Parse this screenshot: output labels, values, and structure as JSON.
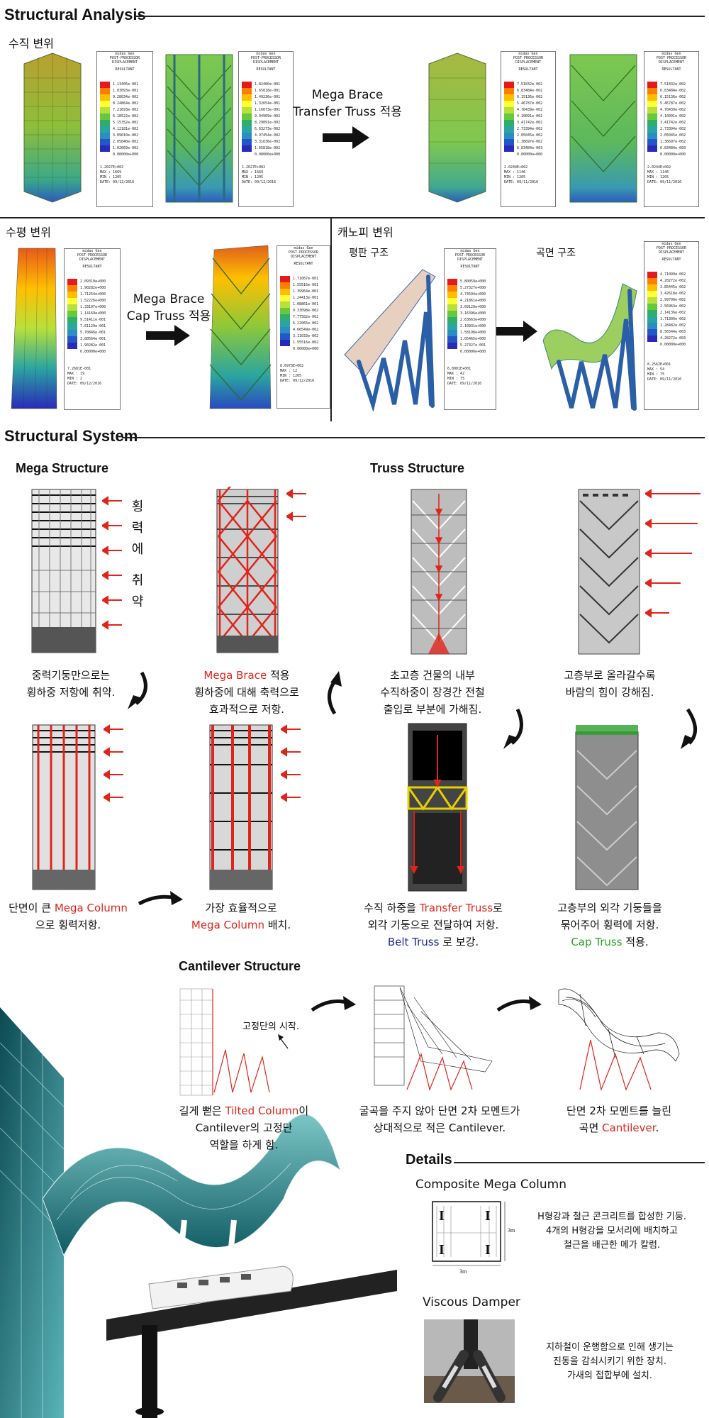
{
  "section_analysis": {
    "title": "Structural Analysis",
    "vertical_label": "수직 변위",
    "horizontal_label": "수평 변위",
    "canopy_label": "캐노피 변위",
    "flat_label": "평판 구조",
    "curved_label": "곡면 구조",
    "mega_brace_transfer_1": "Mega Brace",
    "mega_brace_transfer_2": "Transfer Truss 적용",
    "mega_brace_cap_1": "Mega Brace",
    "mega_brace_cap_2": "Cap Truss 적용"
  },
  "panels": {
    "header_1": "midas Gen",
    "header_2": "POST-PROCESSOR",
    "header_3": "DISPLACEMENT",
    "header_4": "RESULTANT",
    "scale_colors": [
      "#e41a1c",
      "#ff7f00",
      "#ffbf00",
      "#ffff33",
      "#b8e03a",
      "#66c83a",
      "#2fae6a",
      "#2aa5a0",
      "#2a8ec2",
      "#2357c8",
      "#2a2ab8"
    ],
    "p1": {
      "vals": [
        "1.13405e-001",
        "1.03093e-001",
        "9.28034e-002",
        "8.24864e-002",
        "7.21693e-002",
        "6.18522e-002",
        "5.15352e-002",
        "4.12181e-002",
        "3.09010e-002",
        "2.05840e-002",
        "1.02669e-002",
        "0.00000e+000"
      ],
      "scale": "1.2027E+002",
      "max": "MAX : 1669",
      "min": "MIN : 1205",
      "date": "DATE: 09/12/2016"
    },
    "p2": {
      "vals": [
        "1.82400e-001",
        "1.65818e-001",
        "1.49236e-001",
        "1.32654e-001",
        "1.16073e-001",
        "9.94909e-002",
        "8.29091e-002",
        "6.63273e-002",
        "4.97454e-002",
        "3.31636e-002",
        "1.65818e-002",
        "0.00000e+000"
      ],
      "scale": "1.2027E+002",
      "max": "MAX : 1669",
      "min": "MIN : 1205",
      "date": "DATE: 09/12/2016"
    },
    "p3": {
      "vals": [
        "7.51832e-002",
        "6.83484e-002",
        "6.15136e-002",
        "5.46787e-002",
        "4.78439e-002",
        "4.10091e-002",
        "3.41742e-002",
        "2.73394e-002",
        "2.05045e-002",
        "1.36697e-002",
        "6.83484e-003",
        "0.00000e+000"
      ],
      "scale": "2.0244E+002",
      "max": "MAX : 1146",
      "min": "MIN : 1205",
      "date": "DATE: 09/11/2016"
    },
    "p4": {
      "vals": [
        "7.51832e-002",
        "6.83484e-002",
        "6.15136e-002",
        "5.46787e-002",
        "4.78439e-002",
        "4.10091e-002",
        "3.41742e-002",
        "2.73394e-002",
        "2.05045e-002",
        "1.36697e-002",
        "6.83484e-003",
        "0.00000e+000"
      ],
      "scale": "2.0244E+002",
      "max": "MAX : 1146",
      "min": "MIN : 1205",
      "date": "DATE: 09/11/2016"
    },
    "p5": {
      "vals": [
        "2.09310e+000",
        "1.90282e+000",
        "1.71254e+000",
        "1.52226e+000",
        "1.33197e+000",
        "1.14169e+000",
        "9.51411e-001",
        "7.61129e-001",
        "5.70846e-001",
        "3.80564e-001",
        "1.90282e-001",
        "0.00000e+000"
      ],
      "scale": "7.2681E-001",
      "max": "MAX : 19",
      "min": "MIN : 2",
      "date": "DATE: 09/12/2016"
    },
    "p6": {
      "vals": [
        "1.71067e-001",
        "1.55516e-001",
        "1.39964e-001",
        "1.24413e-001",
        "1.08861e-001",
        "9.33098e-002",
        "7.77582e-002",
        "6.22065e-002",
        "4.66549e-002",
        "3.11033e-002",
        "1.55516e-002",
        "0.00000e+000"
      ],
      "scale": "8.6973E+002",
      "max": "MAX : 12",
      "min": "MIN : 1205",
      "date": "DATE: 09/12/2016"
    },
    "p7": {
      "vals": [
        "5.80059e+000",
        "5.27327e+000",
        "4.74594e+000",
        "4.21861e+000",
        "3.69129e+000",
        "3.16396e+000",
        "2.63663e+000",
        "2.10931e+000",
        "1.58198e+000",
        "1.05465e+000",
        "5.27327e-001",
        "0.00000e+000"
      ],
      "scale": "6.8001E+001",
      "max": "MAX : 42",
      "min": "MIN : 75",
      "date": "DATE: 09/11/2016"
    },
    "p8": {
      "vals": [
        "4.71099e-002",
        "4.28272e-002",
        "3.85445e-002",
        "3.42618e-002",
        "2.99790e-002",
        "2.56963e-002",
        "2.14136e-002",
        "1.71309e-002",
        "1.28482e-002",
        "8.56544e-003",
        "4.28272e-003",
        "0.00000e+000"
      ],
      "scale": "8.2562E+001",
      "max": "MAX : 54",
      "min": "MIN : 75",
      "date": "DATE: 09/11/2016"
    }
  },
  "section_system": {
    "title": "Structural System",
    "mega_title": "Mega Structure",
    "truss_title": "Truss Structure",
    "vertical_text": [
      "횡",
      "력",
      "에",
      "",
      "취",
      "약"
    ],
    "cap1_1": "중력기둥만으로는",
    "cap1_2": "횡하중 저항에 취약.",
    "cap2_red": "Mega Brace",
    "cap2_1": " 적용",
    "cap2_2": "횡하중에 대해 축력으로",
    "cap2_3": "효과적으로 저항.",
    "cap3_1": "초고층 건물의 내부",
    "cap3_2": "수직하중이 장경간 전철",
    "cap3_3": "출입로 부분에 가해짐.",
    "cap4_1": "고층부로 올라갈수록",
    "cap4_2": "바람의 힘이 강해짐.",
    "cap5_1": "단면이 큰 ",
    "cap5_red": "Mega Column",
    "cap5_2": "으로 횡력저항.",
    "cap6_1": "가장 효율적으로",
    "cap6_red": "Mega Column",
    "cap6_2": " 배치.",
    "cap7_1": "수직 하중을 ",
    "cap7_red": "Transfer Truss",
    "cap7_2": "로",
    "cap7_3": "외각 기둥으로 전달하여 저항.",
    "cap7_blue": "Belt Truss",
    "cap7_4": " 로 보강.",
    "cap8_1": "고층부의 외각 기둥들을",
    "cap8_2": "묶어주어 횡력에 저항.",
    "cap8_green": "Cap Truss",
    "cap8_3": " 적용."
  },
  "section_cantilever": {
    "title": "Cantilever Structure",
    "fixed_note": "고정단의 시작.",
    "c1_1": "길게 뻗은 ",
    "c1_red": "Tilted Column",
    "c1_2": "이",
    "c1_3": "Cantilever의 고정단",
    "c1_4": "역할을 하게 함.",
    "c2_1": "굴곡을 주지 않아 단면 2차 모멘트가",
    "c2_2": "상대적으로 적은 Cantilever.",
    "c3_1": "단면 2차 모멘트를 늘린",
    "c3_2": "곡면 ",
    "c3_red": "Cantilever",
    "c3_3": "."
  },
  "section_details": {
    "title": "Details",
    "composite_title": "Composite Mega Column",
    "composite_1": "H형강과 철근 콘크리트를 합성한 기둥.",
    "composite_2": "4개의 H형강을 모서리에  배치하고",
    "composite_3": "철근을 배근한 메가 칼럼.",
    "dim_w": "3m",
    "dim_h": "3m",
    "damper_title": "Viscous Damper",
    "damper_1": "지하철이 운행함으로 인해 생기는",
    "damper_2": "진동을  감쇠시키기 위한 장치.",
    "damper_3": "가새의 접합부에 설치."
  },
  "colors": {
    "accent_red": "#e0241b",
    "accent_blue": "#1b2a9a",
    "accent_green": "#2aa02a"
  }
}
